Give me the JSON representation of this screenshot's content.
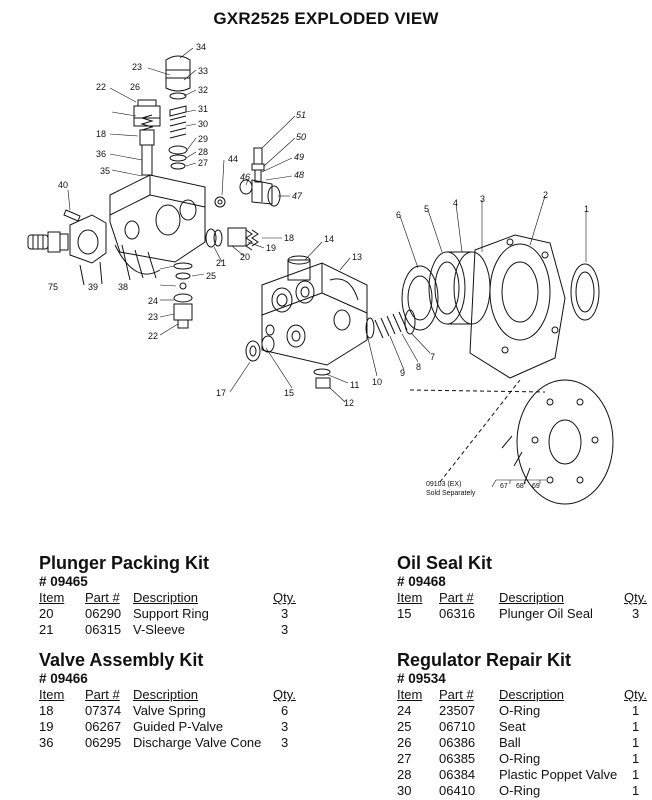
{
  "title": "GXR2525 EXPLODED VIEW",
  "diagram": {
    "callouts": [
      "34",
      "33",
      "32",
      "31",
      "30",
      "29",
      "28",
      "27",
      "26",
      "23",
      "22",
      "18",
      "36",
      "35",
      "40",
      "75",
      "39",
      "38",
      "25",
      "24",
      "23",
      "22",
      "44",
      "46",
      "51",
      "50",
      "49",
      "48",
      "47",
      "19",
      "20",
      "21",
      "18",
      "14",
      "13",
      "1",
      "2",
      "3",
      "4",
      "5",
      "6",
      "7",
      "8",
      "9",
      "10",
      "11",
      "12",
      "15",
      "17"
    ],
    "sold_sep_part": "09103 (EX)",
    "sold_sep_text": "Sold Separately",
    "sold_sep_items": [
      "67",
      "68",
      "69"
    ]
  },
  "kits": {
    "plunger": {
      "name": "Plunger Packing Kit",
      "number": "# 09465",
      "headers": {
        "item": "Item",
        "part": "Part #",
        "desc": "Description",
        "qty": "Qty."
      },
      "rows": [
        {
          "item": "20",
          "part": "06290",
          "desc": "Support Ring",
          "qty": "3"
        },
        {
          "item": "21",
          "part": "06315",
          "desc": "V-Sleeve",
          "qty": "3"
        }
      ]
    },
    "valve": {
      "name": "Valve Assembly Kit",
      "number": "# 09466",
      "headers": {
        "item": "Item",
        "part": "Part #",
        "desc": "Description",
        "qty": "Qty."
      },
      "rows": [
        {
          "item": "18",
          "part": "07374",
          "desc": "Valve Spring",
          "qty": "6"
        },
        {
          "item": "19",
          "part": "06267",
          "desc": "Guided P-Valve",
          "qty": "3"
        },
        {
          "item": "36",
          "part": "06295",
          "desc": "Discharge Valve Cone",
          "qty": "3"
        }
      ]
    },
    "oilseal": {
      "name": "Oil Seal Kit",
      "number": "# 09468",
      "headers": {
        "item": "Item",
        "part": "Part #",
        "desc": "Description",
        "qty": "Qty."
      },
      "rows": [
        {
          "item": "15",
          "part": "06316",
          "desc": "Plunger Oil Seal",
          "qty": "3"
        }
      ]
    },
    "regulator": {
      "name": "Regulator Repair Kit",
      "number": "# 09534",
      "headers": {
        "item": "Item",
        "part": "Part #",
        "desc": "Description",
        "qty": "Qty."
      },
      "rows": [
        {
          "item": "24",
          "part": "23507",
          "desc": "O-Ring",
          "qty": "1"
        },
        {
          "item": "25",
          "part": "06710",
          "desc": "Seat",
          "qty": "1"
        },
        {
          "item": "26",
          "part": "06386",
          "desc": "Ball",
          "qty": "1"
        },
        {
          "item": "27",
          "part": "06385",
          "desc": "O-Ring",
          "qty": "1"
        },
        {
          "item": "28",
          "part": "06384",
          "desc": "Plastic Poppet Valve",
          "qty": "1"
        },
        {
          "item": "30",
          "part": "06410",
          "desc": "O-Ring",
          "qty": "1"
        }
      ]
    }
  }
}
